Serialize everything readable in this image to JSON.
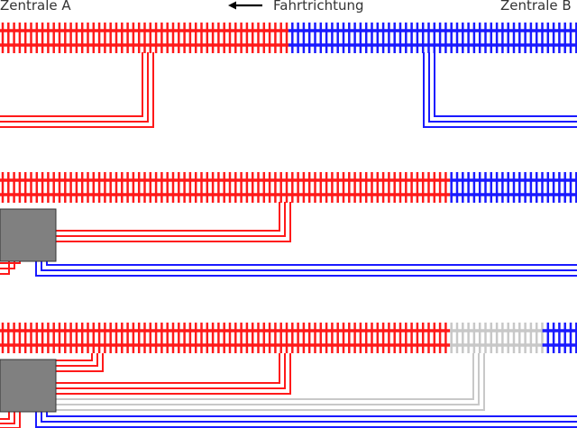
{
  "labels": {
    "left_station": "Zentrale A",
    "right_station": "Zentrale B",
    "direction": "Fahrtrichtung"
  },
  "colors": {
    "station_a": "#ff1a1a",
    "station_b": "#1a1aff",
    "neutral": "#c8c8c8",
    "box": "#808080",
    "box_border": "#333333",
    "text": "#333333"
  },
  "icons": {
    "direction": "arrow-left-icon",
    "controller": "controller-box"
  },
  "scenarios": [
    {
      "track_segments": [
        {
          "color": "station_a",
          "until": 0.5
        },
        {
          "color": "station_b",
          "until": 1.0
        }
      ],
      "controller": false
    },
    {
      "track_segments": [
        {
          "color": "station_a",
          "until": 0.78
        },
        {
          "color": "station_b",
          "until": 1.0
        }
      ],
      "controller": true
    },
    {
      "track_segments": [
        {
          "color": "station_a",
          "until": 0.78
        },
        {
          "color": "neutral",
          "until": 0.94
        },
        {
          "color": "station_b",
          "until": 1.0
        }
      ],
      "controller": true
    }
  ]
}
